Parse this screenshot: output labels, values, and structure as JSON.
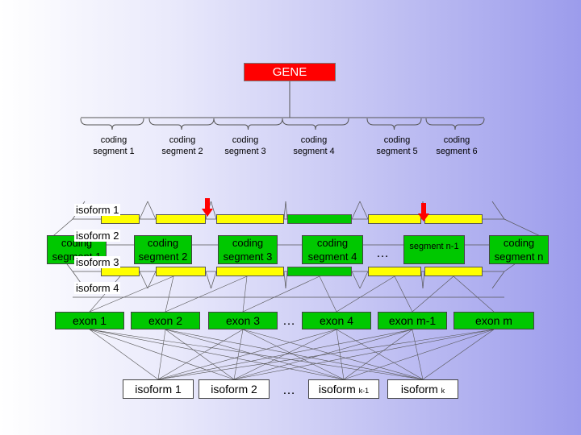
{
  "gene_label": "GENE",
  "coding_segments_top": [
    "coding\nsegment 1",
    "coding\nsegment 2",
    "coding\nsegment 3",
    "coding\nsegment 4",
    "coding\nsegment 5",
    "coding\nsegment 6"
  ],
  "isoform_labels": [
    "isoform 1",
    "isoform 2",
    "isoform 3",
    "isoform 4"
  ],
  "coding_boxes": [
    "coding\nsegment 1",
    "coding\nsegment 2",
    "coding\nsegment 3",
    "coding\nsegment 4",
    "segment n-1",
    "coding\nsegment n"
  ],
  "ellipsis": "…",
  "exons": [
    "exon 1",
    "exon 2",
    "exon 3",
    "exon 4",
    "exon m-1",
    "exon m"
  ],
  "isoform_boxes": [
    {
      "text": "isoform 1",
      "sub": ""
    },
    {
      "text": "isoform 2",
      "sub": ""
    },
    {
      "text": "isoform ",
      "sub": "k-1"
    },
    {
      "text": "isoform ",
      "sub": "k"
    }
  ],
  "colors": {
    "gene": "#ff0000",
    "segment_yellow": "#ffff00",
    "segment_green": "#00c800",
    "marker_red": "#ff0000",
    "background_edge": "#9c9cec"
  },
  "icons": [
    "down-arrow-icon"
  ]
}
